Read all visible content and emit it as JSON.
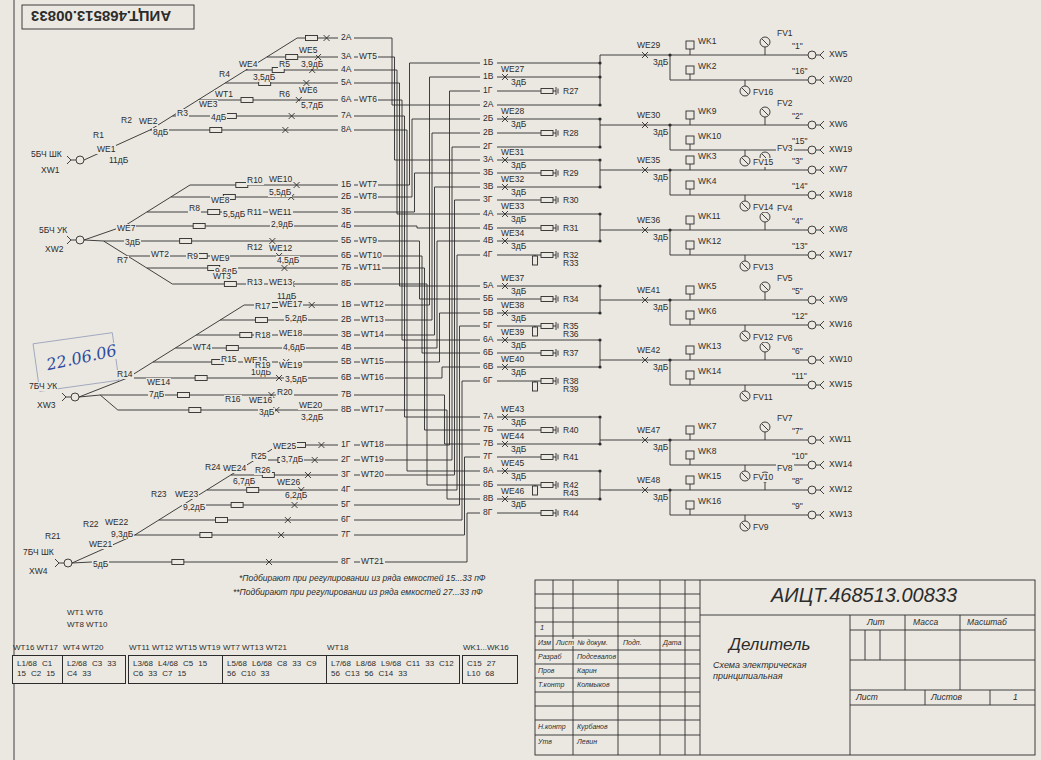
{
  "diagram": {
    "nodes": [
      {
        "text": [
          "WT16 WT17",
          "L1/68",
          "C1",
          "15",
          "C2",
          "15"
        ]
      },
      {
        "text": [
          "WT4 WT20",
          "L2/68",
          "C3",
          "33",
          "C4",
          "33"
        ]
      },
      {
        "text": [
          "WT11 WT12 WT15 WT19",
          "L3/68",
          "L4/68",
          "C5",
          "15",
          "C6",
          "33",
          "C7",
          "15"
        ]
      },
      {
        "text": [
          "WT7 WT13 WT21",
          "L5/68",
          "L6/68",
          "C8",
          "33",
          "C9",
          "56",
          "C10",
          "33"
        ]
      },
      {
        "text": [
          "WT18",
          "L7/68",
          "L8/68",
          "L9/68",
          "C11",
          "33",
          "C12",
          "56",
          "C13",
          "56",
          "C14",
          "33"
        ]
      },
      {
        "text": [
          "WK1...WK16",
          "C15",
          "27",
          "L10",
          "68"
        ]
      }
    ],
    "labels": [
      "АИЦТ.468513.00833",
      "22.06.06",
      "5БЧ ШК",
      "XW1",
      "R1",
      "WE1",
      "11дБ",
      "R2",
      "WE2",
      "8дБ",
      "R3",
      "WE3",
      "4дБ",
      "WT1",
      "R4",
      "WE4",
      "3,5дБ",
      "R5",
      "WE5",
      "3,9дБ",
      "R6",
      "WE6",
      "5,7дБ",
      "2А",
      "3А",
      "4А",
      "5А",
      "6А",
      "7А",
      "8А",
      "WT5",
      "WT6",
      "5БЧ УК",
      "XW2",
      "WE7",
      "3дБ",
      "R7",
      "WT2",
      "R8",
      "WE8",
      "5,5дБ",
      "R9",
      "WE9",
      "9,6дБ",
      "R10",
      "WE10",
      "5,5дБ",
      "R11",
      "WE11",
      "2,9дБ",
      "R12",
      "WE12",
      "4,5дБ",
      "WT3",
      "R13",
      "WE13",
      "11дБ",
      "1Б",
      "2Б",
      "3Б",
      "4Б",
      "5Б",
      "6Б",
      "7Б",
      "8Б",
      "WT7",
      "WT8",
      "WT9",
      "WT10",
      "WT11",
      "7БЧ УК",
      "XW3",
      "R14",
      "WE14",
      "7дБ",
      "WT4",
      "R15",
      "WE15",
      "10дБ",
      "R16",
      "WE16",
      "3дБ",
      "R17",
      "WE17",
      "5,2дБ",
      "R18",
      "WE18",
      "4,6дБ",
      "R19",
      "WE19",
      "3,5дБ",
      "R20",
      "WE20",
      "3,2дБ",
      "1В",
      "2В",
      "3В",
      "4В",
      "5В",
      "6В",
      "7В",
      "8В",
      "WT12",
      "WT13",
      "WT14",
      "WT15",
      "WT16",
      "WT17",
      "7БЧ ШК",
      "XW4",
      "R21",
      "WE21",
      "5дБ",
      "R22",
      "WE22",
      "9,3дБ",
      "R23",
      "WE23",
      "9,2дБ",
      "R24",
      "WE24",
      "6,7дБ",
      "R25",
      "WE25",
      "3,7дБ",
      "R26",
      "WE26",
      "6,2дБ",
      "1Г",
      "2Г",
      "3Г",
      "4Г",
      "5Г",
      "6Г",
      "7Г",
      "8Г",
      "WT18",
      "WT19",
      "WT20",
      "WT21",
      "*Подбирают при регулировании из ряда емкостей 15...33 пФ",
      "**Подбирают при регулировании из ряда емкостей 27...33 пФ",
      "WT1 WT6",
      "WT8 WT10",
      "1Б",
      "1В",
      "1Г",
      "2А",
      "2Б",
      "2В",
      "2Г",
      "WE27",
      "3дБ",
      "WE28",
      "3дБ",
      "R27",
      "R28",
      "3А",
      "3Б",
      "3В",
      "3Г",
      "4А",
      "4Б",
      "4В",
      "4Г",
      "WE31",
      "3дБ",
      "WE32",
      "3дБ",
      "WE33",
      "3дБ",
      "WE34",
      "3дБ",
      "R29",
      "R30",
      "R31",
      "R32",
      "R33",
      "5А",
      "5Б",
      "5В",
      "5Г",
      "6А",
      "6Б",
      "6В",
      "6Г",
      "WE37",
      "3дБ",
      "WE38",
      "3дБ",
      "WE39",
      "3дБ",
      "WE40",
      "3дБ",
      "R34",
      "R35",
      "R36",
      "R37",
      "R38",
      "R39",
      "7А",
      "7Б",
      "7В",
      "7Г",
      "8А",
      "8Б",
      "8В",
      "8Г",
      "WE43",
      "3дБ",
      "WE44",
      "3дБ",
      "WE45",
      "3дБ",
      "WE46",
      "3дБ",
      "R40",
      "R41",
      "R42",
      "R43",
      "R44",
      "WE29",
      "3дБ",
      "WK1",
      "FV1",
      "\"1\"",
      "XW5",
      "WK2",
      "FV16",
      "\"16\"",
      "XW20",
      "WE30",
      "3дБ",
      "WK9",
      "FV2",
      "\"2\"",
      "XW6",
      "WK10",
      "FV15",
      "\"15\"",
      "XW19",
      "WE35",
      "3дБ",
      "WK3",
      "FV3",
      "\"3\"",
      "XW7",
      "WK4",
      "FV14",
      "\"14\"",
      "XW18",
      "WE36",
      "3дБ",
      "WK11",
      "FV4",
      "\"4\"",
      "XW8",
      "WK12",
      "FV13",
      "\"13\"",
      "XW17",
      "WE41",
      "3дБ",
      "WK5",
      "FV5",
      "\"5\"",
      "XW9",
      "WK6",
      "FV12",
      "\"12\"",
      "XW16",
      "WE42",
      "3дБ",
      "WK13",
      "FV6",
      "\"6\"",
      "XW10",
      "WK14",
      "FV11",
      "\"11\"",
      "XW15",
      "WE47",
      "3дБ",
      "WK7",
      "FV7",
      "\"7\"",
      "XW11",
      "WK8",
      "FV10",
      "\"10\"",
      "XW14",
      "WE48",
      "3дБ",
      "WK15",
      "FV8",
      "\"8\"",
      "XW12",
      "WK16",
      "FV9",
      "\"9\"",
      "XW13",
      "АИЦТ.468513.00833",
      "Делитель",
      "Схема электрическая принципиальная",
      "Лит",
      "Масса",
      "Масштаб",
      "Лист",
      "Листов",
      "1",
      "1",
      "Изм",
      "Лист",
      "№ докум.",
      "Подп.",
      "Дата",
      "Разраб",
      "Подсевалов",
      "Пров",
      "Карин",
      "Т.контр",
      "Колмыков",
      "Н.контр",
      "Курбанов",
      "Утв",
      "Левин"
    ]
  }
}
